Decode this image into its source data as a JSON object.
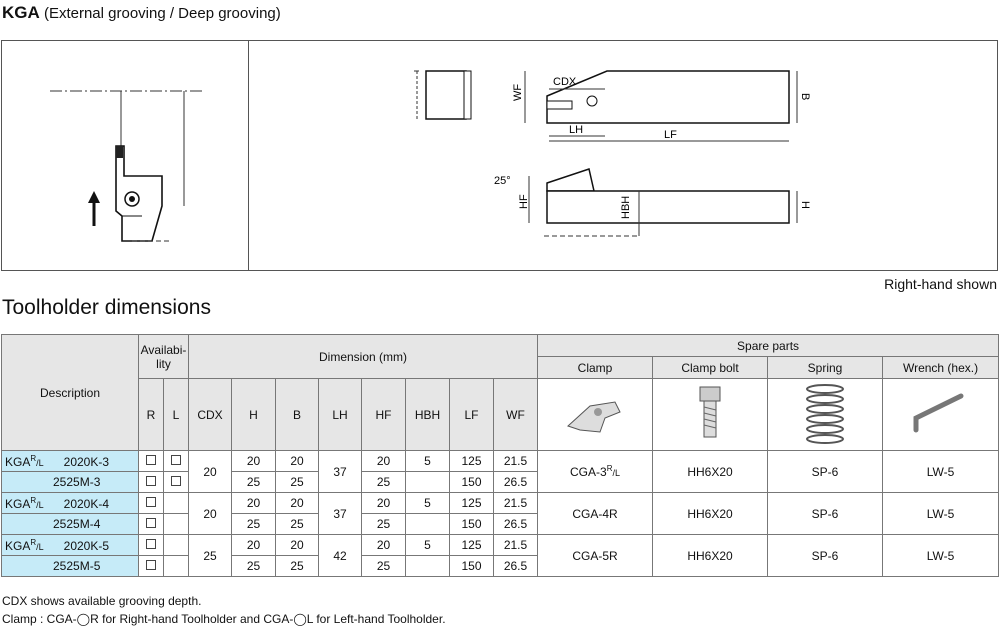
{
  "title": {
    "code": "KGA",
    "subtitle": "(External grooving / Deep grooving)"
  },
  "diagram": {
    "labels": {
      "cdx": "CDX",
      "wf": "WF",
      "lh": "LH",
      "lf": "LF",
      "b": "B",
      "hf": "HF",
      "hbh": "HBH",
      "h": "H",
      "angle": "25°"
    }
  },
  "right_hand_shown": "Right-hand shown",
  "section_title": "Toolholder dimensions",
  "table": {
    "headers": {
      "description": "Description",
      "availability": "Availabi-lity",
      "r": "R",
      "l": "L",
      "dimension": "Dimension (mm)",
      "cdx": "CDX",
      "h": "H",
      "b": "B",
      "lh": "LH",
      "hf": "HF",
      "hbh": "HBH",
      "lf": "LF",
      "wf": "WF",
      "spare_parts": "Spare parts",
      "clamp": "Clamp",
      "clamp_bolt": "Clamp bolt",
      "spring": "Spring",
      "wrench": "Wrench (hex.)"
    },
    "groups": [
      {
        "prefix": "KGA",
        "prefix_sup": "R",
        "prefix_sub": "/L",
        "cdx": "20",
        "lh": "37",
        "hbh": "5",
        "clamp": "CGA-3",
        "clamp_sup": "R",
        "clamp_sub": "/L",
        "bolt": "HH6X20",
        "spring": "SP-6",
        "wrench": "LW-5",
        "rows": [
          {
            "model": "2020K-3",
            "h": "20",
            "b": "20",
            "hf": "20",
            "lf": "125",
            "wf": "21.5",
            "r": true,
            "l": true
          },
          {
            "model": "2525M-3",
            "h": "25",
            "b": "25",
            "hf": "25",
            "lf": "150",
            "wf": "26.5",
            "r": true,
            "l": true
          }
        ]
      },
      {
        "prefix": "KGA",
        "prefix_sup": "R",
        "prefix_sub": "/L",
        "cdx": "20",
        "lh": "37",
        "hbh": "5",
        "clamp": "CGA-4R",
        "clamp_sup": "",
        "clamp_sub": "",
        "bolt": "HH6X20",
        "spring": "SP-6",
        "wrench": "LW-5",
        "rows": [
          {
            "model": "2020K-4",
            "h": "20",
            "b": "20",
            "hf": "20",
            "lf": "125",
            "wf": "21.5",
            "r": true,
            "l": false
          },
          {
            "model": "2525M-4",
            "h": "25",
            "b": "25",
            "hf": "25",
            "lf": "150",
            "wf": "26.5",
            "r": true,
            "l": false
          }
        ]
      },
      {
        "prefix": "KGA",
        "prefix_sup": "R",
        "prefix_sub": "/L",
        "cdx": "25",
        "lh": "42",
        "hbh": "5",
        "clamp": "CGA-5R",
        "clamp_sup": "",
        "clamp_sub": "",
        "bolt": "HH6X20",
        "spring": "SP-6",
        "wrench": "LW-5",
        "rows": [
          {
            "model": "2020K-5",
            "h": "20",
            "b": "20",
            "hf": "20",
            "lf": "125",
            "wf": "21.5",
            "r": true,
            "l": false
          },
          {
            "model": "2525M-5",
            "h": "25",
            "b": "25",
            "hf": "25",
            "lf": "150",
            "wf": "26.5",
            "r": true,
            "l": false
          }
        ]
      }
    ]
  },
  "notes": [
    "CDX shows available grooving depth.",
    "Clamp : CGA-◯R for Right-hand Toolholder and CGA-◯L for Left-hand Toolholder."
  ]
}
